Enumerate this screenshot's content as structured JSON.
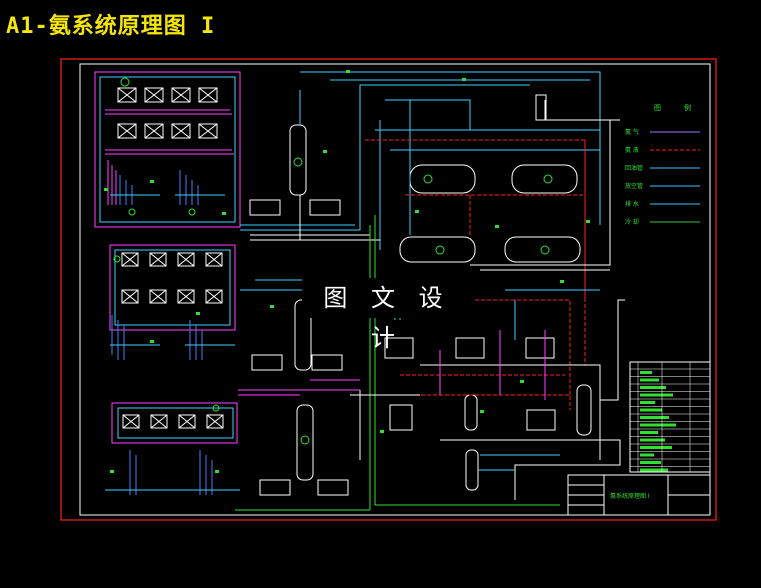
{
  "title": "A1-氨系统原理图 I",
  "watermark": "图 文 设 计",
  "legend": {
    "header": [
      "图",
      "例"
    ],
    "items": [
      {
        "label": "氨 气",
        "color": "#a070ff"
      },
      {
        "label": "氨 液",
        "color": "#ff2020"
      },
      {
        "label": "回油管",
        "color": "#40c0ff"
      },
      {
        "label": "放空管",
        "color": "#40c0ff"
      },
      {
        "label": "排 水",
        "color": "#40c0ff"
      },
      {
        "label": "冷 却",
        "color": "#40c040"
      }
    ]
  },
  "titleblock": {
    "drawing_name": "氨系统原理图 I"
  },
  "colors": {
    "frame_outer": "#ff2020",
    "frame_inner": "#ffffff",
    "pipe_cyan": "#40d0ff",
    "pipe_magenta": "#ff40ff",
    "pipe_red": "#ff2020",
    "pipe_green": "#30e030",
    "pipe_blue": "#4080ff",
    "equipment": "#ffffff",
    "title": "#f5e60a"
  }
}
